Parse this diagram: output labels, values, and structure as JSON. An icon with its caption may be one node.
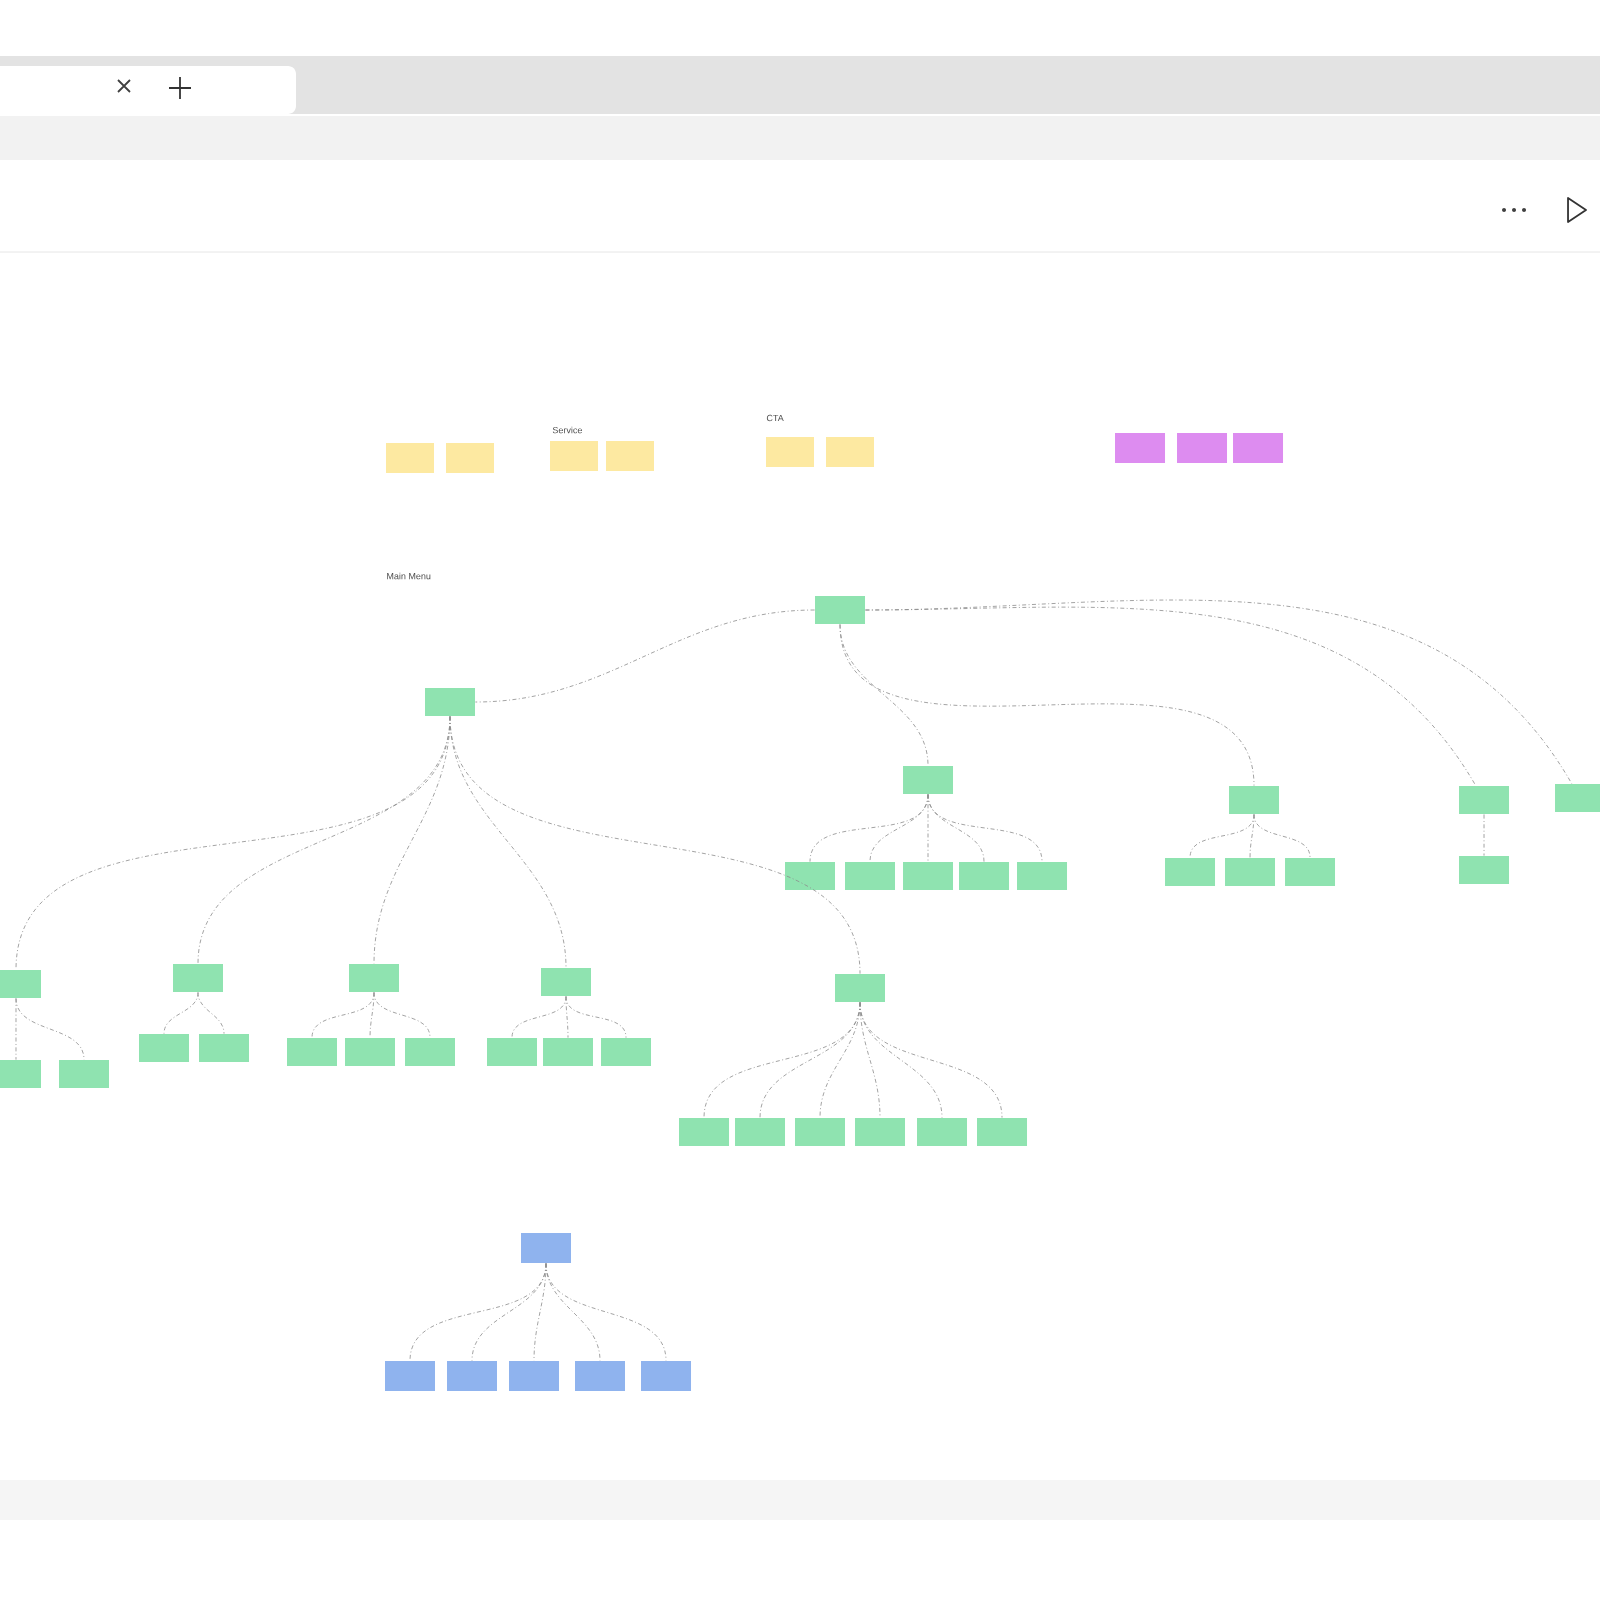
{
  "diagram": {
    "nodes": [
      {
        "text": [],
        "shape": "box"
      },
      {
        "text": [],
        "shape": "box"
      },
      {
        "text": [],
        "shape": "box"
      },
      {
        "text": [],
        "shape": "box"
      },
      {
        "text": [],
        "shape": "box"
      },
      {
        "text": [],
        "shape": "box"
      },
      {
        "text": [],
        "shape": "box"
      },
      {
        "text": [],
        "shape": "box"
      },
      {
        "text": [],
        "shape": "box"
      },
      {
        "text": [],
        "shape": "box"
      },
      {
        "text": [],
        "shape": "box"
      },
      {
        "text": [],
        "shape": "box"
      },
      {
        "text": [],
        "shape": "box"
      },
      {
        "text": [],
        "shape": "box"
      },
      {
        "text": [],
        "shape": "box"
      },
      {
        "text": [],
        "shape": "box"
      },
      {
        "text": [],
        "shape": "box"
      },
      {
        "text": [],
        "shape": "box"
      },
      {
        "text": [],
        "shape": "box"
      },
      {
        "text": [],
        "shape": "box"
      },
      {
        "text": [],
        "shape": "box"
      },
      {
        "text": [],
        "shape": "box"
      },
      {
        "text": [],
        "shape": "box"
      },
      {
        "text": [],
        "shape": "box"
      },
      {
        "text": [],
        "shape": "box"
      },
      {
        "text": [],
        "shape": "box"
      },
      {
        "text": [],
        "shape": "box"
      },
      {
        "text": [],
        "shape": "box"
      },
      {
        "text": [],
        "shape": "box"
      },
      {
        "text": [],
        "shape": "box"
      },
      {
        "text": [],
        "shape": "box"
      },
      {
        "text": [],
        "shape": "box"
      },
      {
        "text": [],
        "shape": "box"
      },
      {
        "text": [],
        "shape": "box"
      },
      {
        "text": [],
        "shape": "box"
      },
      {
        "text": [],
        "shape": "box"
      },
      {
        "text": [],
        "shape": "box"
      },
      {
        "text": [],
        "shape": "box"
      },
      {
        "text": [],
        "shape": "box"
      },
      {
        "text": [],
        "shape": "box"
      },
      {
        "text": [],
        "shape": "box"
      },
      {
        "text": [],
        "shape": "box"
      },
      {
        "text": [],
        "shape": "box"
      },
      {
        "text": [],
        "shape": "box"
      },
      {
        "text": [],
        "shape": "box"
      },
      {
        "text": [],
        "shape": "box"
      },
      {
        "text": [],
        "shape": "box"
      },
      {
        "text": [],
        "shape": "box"
      },
      {
        "text": [],
        "shape": "box"
      },
      {
        "text": [],
        "shape": "box"
      },
      {
        "text": [],
        "shape": "box"
      }
    ],
    "edges": [
      {
        "from": 9,
        "to": 10,
        "arrow": "none"
      },
      {
        "from": 9,
        "to": 11,
        "arrow": "none"
      },
      {
        "from": 9,
        "to": 12,
        "arrow": "none"
      },
      {
        "from": 9,
        "to": 13,
        "arrow": "none"
      },
      {
        "from": 9,
        "to": 14,
        "arrow": "none"
      },
      {
        "from": 10,
        "to": 15,
        "arrow": "none"
      },
      {
        "from": 10,
        "to": 16,
        "arrow": "none"
      },
      {
        "from": 10,
        "to": 17,
        "arrow": "none"
      },
      {
        "from": 10,
        "to": 18,
        "arrow": "none"
      },
      {
        "from": 10,
        "to": 19,
        "arrow": "none"
      },
      {
        "from": 11,
        "to": 20,
        "arrow": "none"
      },
      {
        "from": 11,
        "to": 21,
        "arrow": "none"
      },
      {
        "from": 11,
        "to": 22,
        "arrow": "none"
      },
      {
        "from": 11,
        "to": 23,
        "arrow": "none"
      },
      {
        "from": 11,
        "to": 24,
        "arrow": "none"
      },
      {
        "from": 12,
        "to": 25,
        "arrow": "none"
      },
      {
        "from": 12,
        "to": 26,
        "arrow": "none"
      },
      {
        "from": 12,
        "to": 27,
        "arrow": "none"
      },
      {
        "from": 13,
        "to": 28,
        "arrow": "none"
      },
      {
        "from": 15,
        "to": 29,
        "arrow": "none"
      },
      {
        "from": 15,
        "to": 30,
        "arrow": "none"
      },
      {
        "from": 16,
        "to": 31,
        "arrow": "none"
      },
      {
        "from": 16,
        "to": 32,
        "arrow": "none"
      },
      {
        "from": 17,
        "to": 33,
        "arrow": "none"
      },
      {
        "from": 17,
        "to": 34,
        "arrow": "none"
      },
      {
        "from": 17,
        "to": 35,
        "arrow": "none"
      },
      {
        "from": 18,
        "to": 36,
        "arrow": "none"
      },
      {
        "from": 18,
        "to": 37,
        "arrow": "none"
      },
      {
        "from": 18,
        "to": 38,
        "arrow": "none"
      },
      {
        "from": 19,
        "to": 39,
        "arrow": "none"
      },
      {
        "from": 19,
        "to": 40,
        "arrow": "none"
      },
      {
        "from": 19,
        "to": 41,
        "arrow": "none"
      },
      {
        "from": 19,
        "to": 42,
        "arrow": "none"
      },
      {
        "from": 19,
        "to": 43,
        "arrow": "none"
      },
      {
        "from": 19,
        "to": 44,
        "arrow": "none"
      },
      {
        "from": 45,
        "to": 46,
        "arrow": "none"
      },
      {
        "from": 45,
        "to": 47,
        "arrow": "none"
      },
      {
        "from": 45,
        "to": 48,
        "arrow": "none"
      },
      {
        "from": 45,
        "to": 49,
        "arrow": "none"
      },
      {
        "from": 45,
        "to": 50,
        "arrow": "none"
      }
    ],
    "labels": [
      "Service",
      "CTA",
      "Main Menu"
    ]
  }
}
